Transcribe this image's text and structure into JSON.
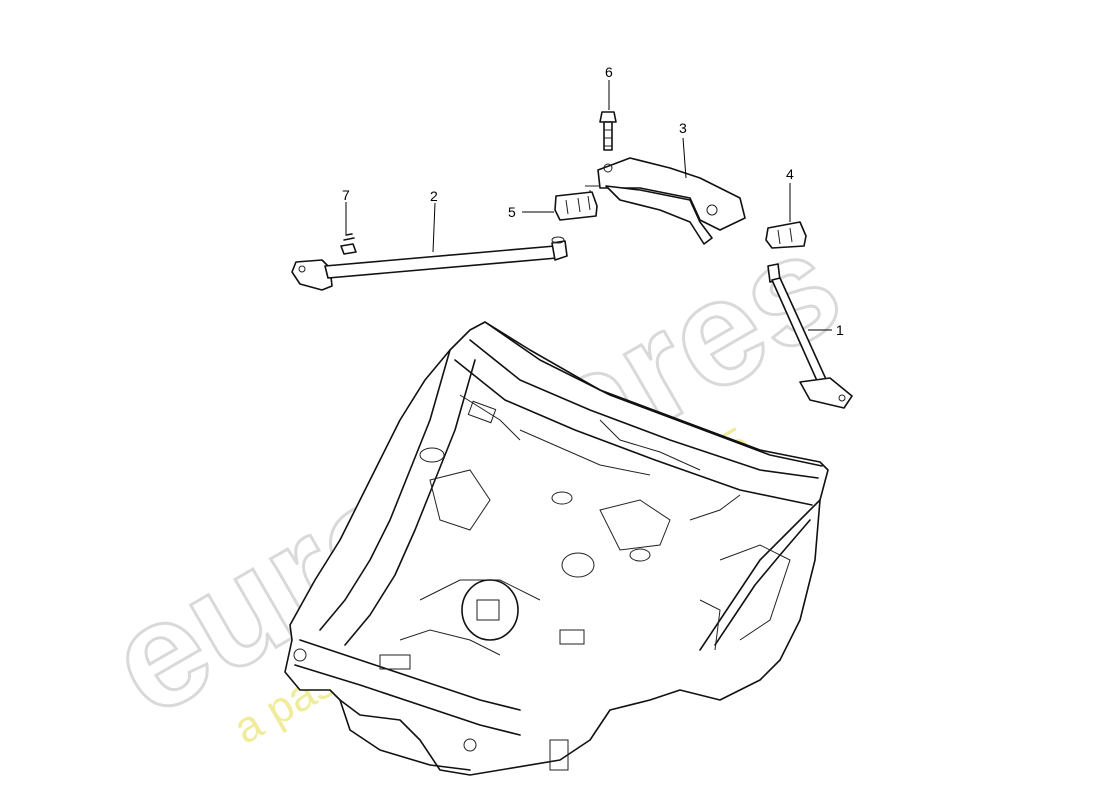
{
  "watermark": {
    "brand": "eurospares",
    "tagline": "a passion for parts since 1985"
  },
  "callouts": [
    {
      "id": "1",
      "text": "1"
    },
    {
      "id": "2",
      "text": "2"
    },
    {
      "id": "3",
      "text": "3"
    },
    {
      "id": "4",
      "text": "4"
    },
    {
      "id": "5",
      "text": "5"
    },
    {
      "id": "6",
      "text": "6"
    },
    {
      "id": "7",
      "text": "7"
    }
  ]
}
